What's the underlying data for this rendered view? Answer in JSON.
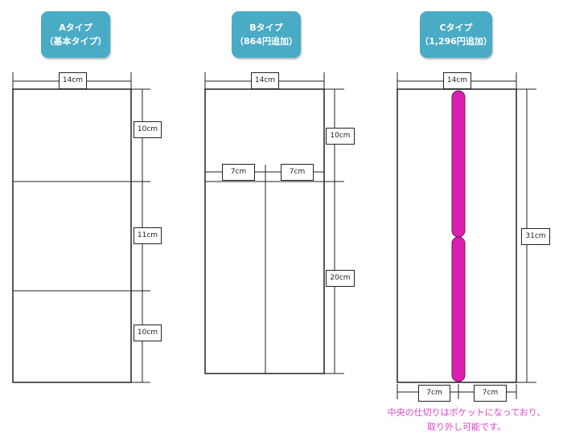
{
  "types": [
    {
      "title": "Aタイプ",
      "subtitle": "（基本タイプ）"
    },
    {
      "title": "Bタイプ",
      "subtitle": "（864円追加）"
    },
    {
      "title": "Cタイプ",
      "subtitle": "（1,296円追加）"
    }
  ],
  "dims": {
    "a": {
      "width": "14cm",
      "h1": "10cm",
      "h2": "11cm",
      "h3": "10cm"
    },
    "b": {
      "width": "14cm",
      "h1": "10cm",
      "h2": "20cm",
      "w1": "7cm",
      "w2": "7cm"
    },
    "c": {
      "width": "14cm",
      "height": "31cm",
      "w1": "7cm",
      "w2": "7cm"
    }
  },
  "note": {
    "line1": "中央の仕切りはポケットになっており、",
    "line2": "取り外し可能です。"
  },
  "colors": {
    "badge": "#4aabc6",
    "divider": "#d81fb0",
    "note": "#e040c8"
  }
}
